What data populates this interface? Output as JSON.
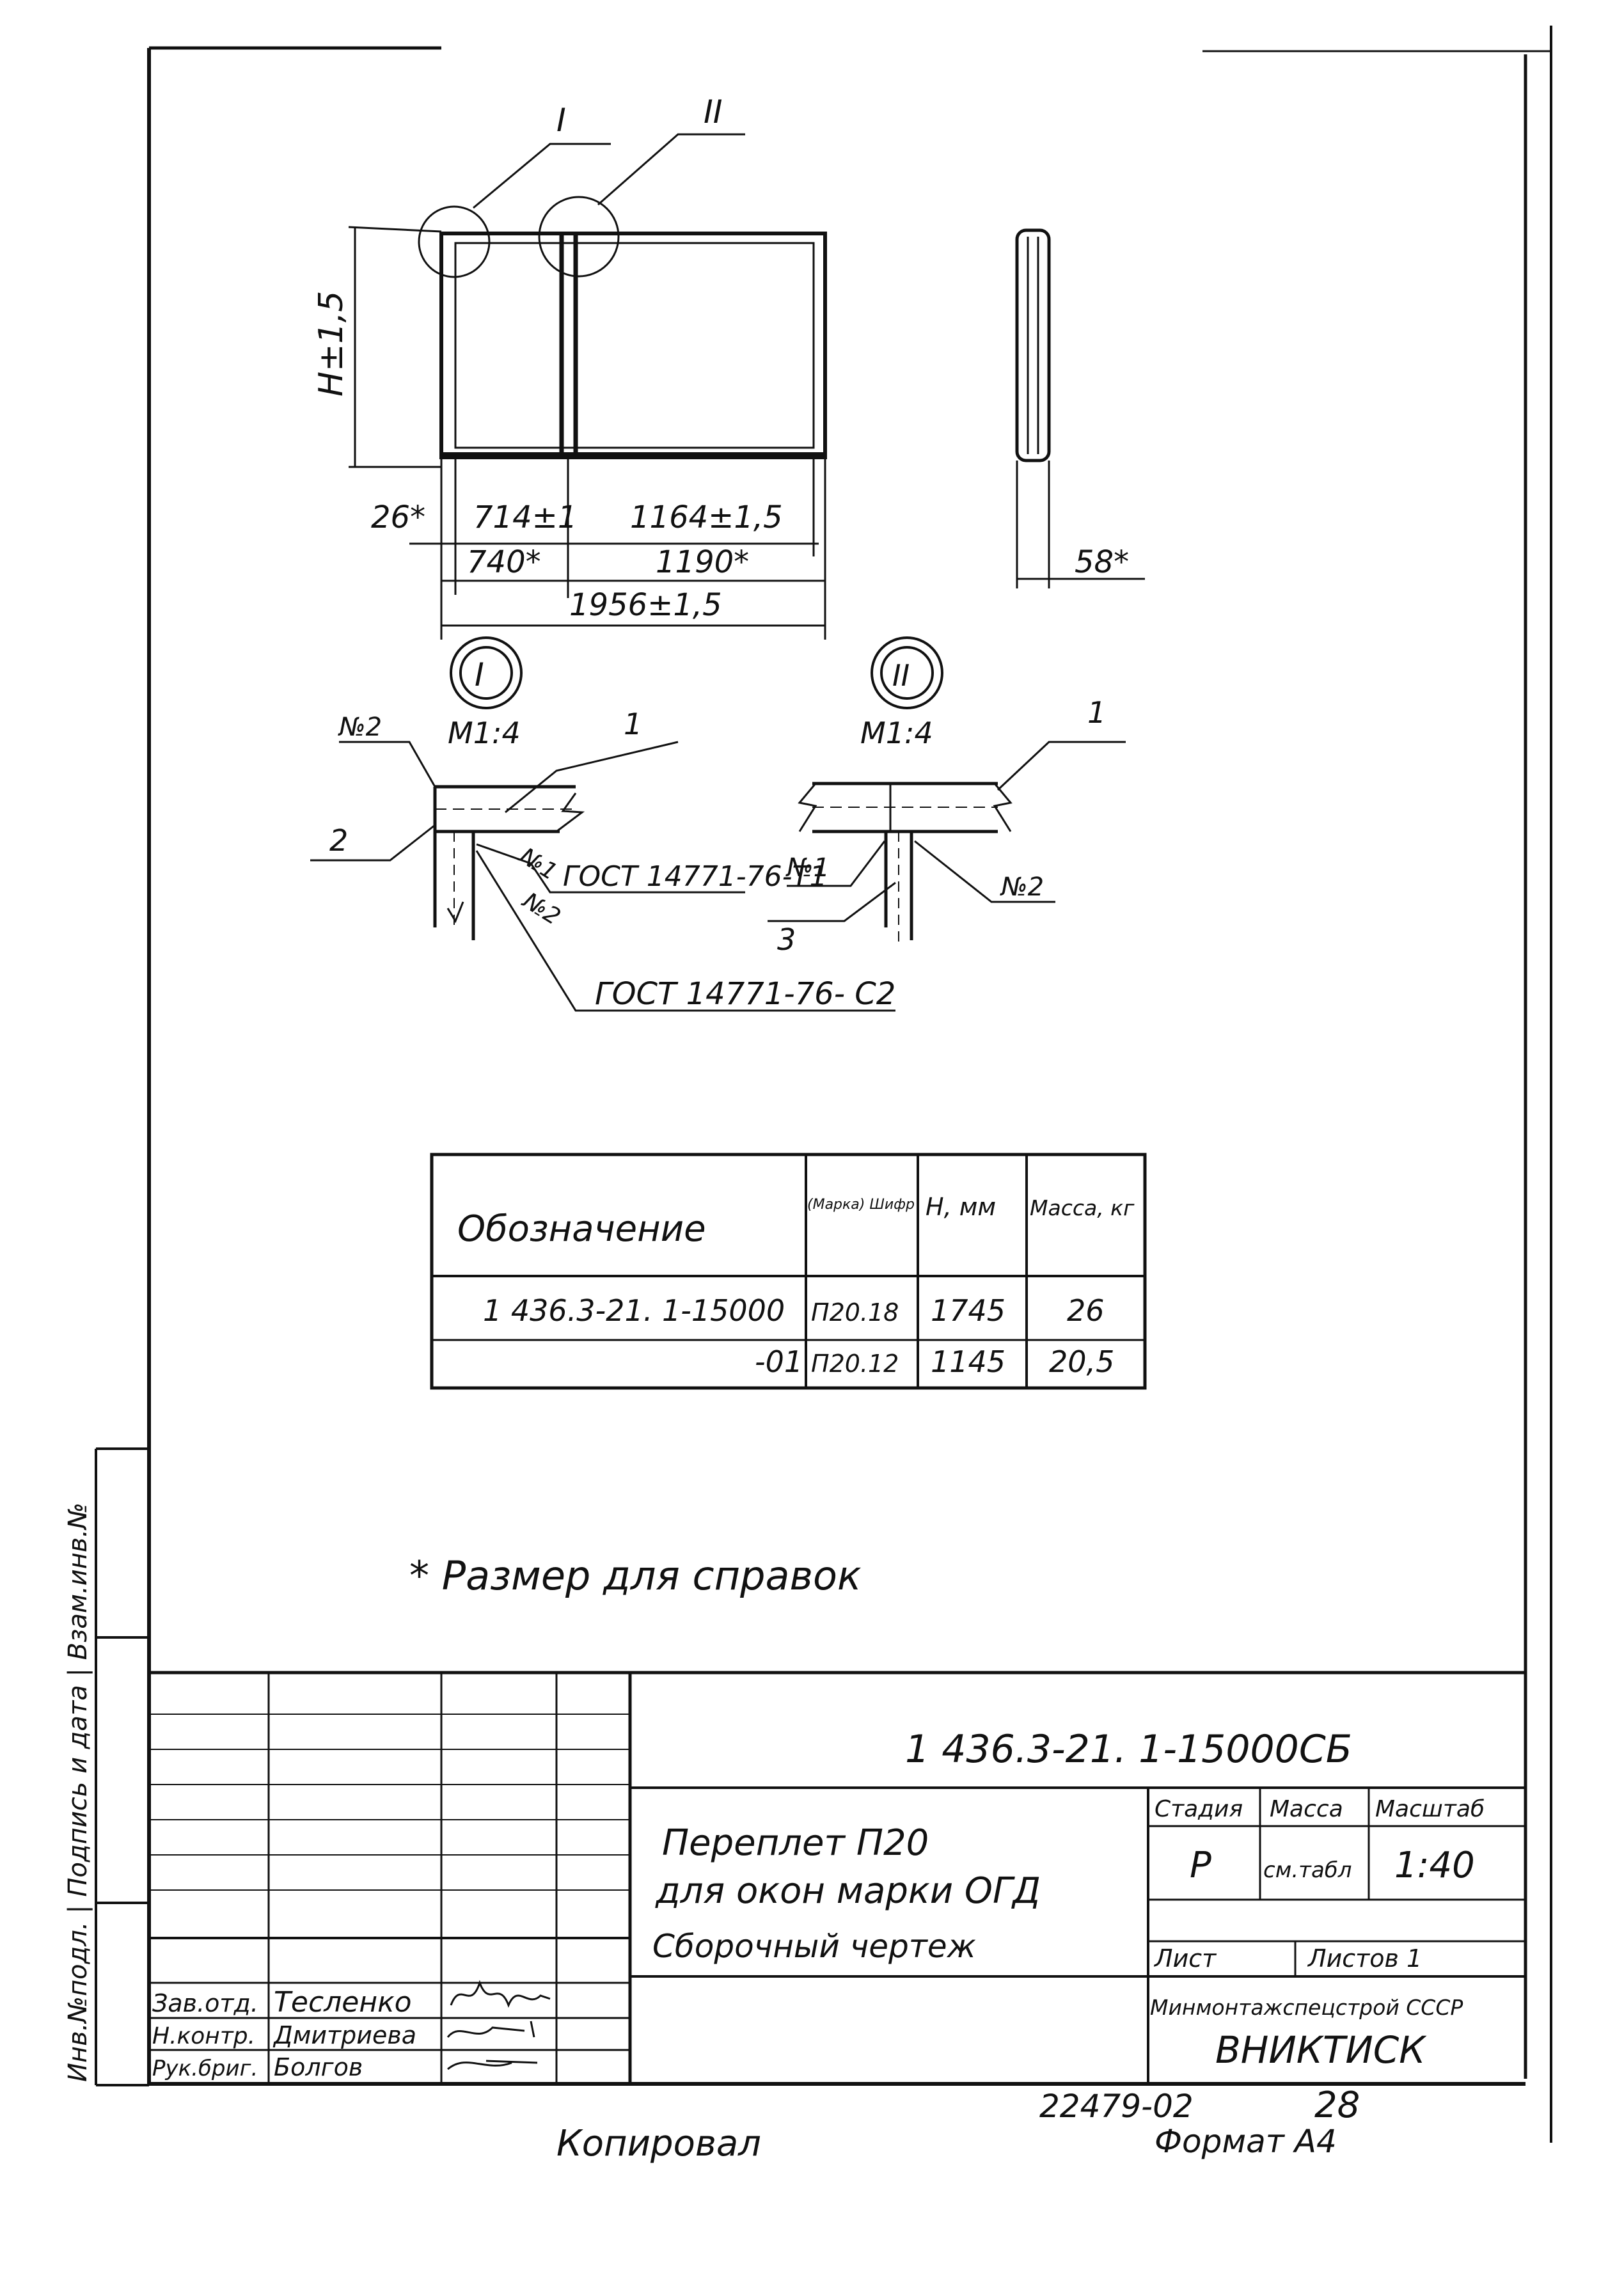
{
  "drawing": {
    "callouts": {
      "node_1": "I",
      "node_2": "II"
    },
    "dims": {
      "height": "H±1,5",
      "left_offset": "26*",
      "span_1": "714±1",
      "span_2": "1164±1,5",
      "axis_1": "740*",
      "axis_2": "1190*",
      "overall": "1956±1,5",
      "thickness": "58*"
    },
    "detail_1": {
      "mark": "I",
      "scale": "M1:4",
      "weld_top": "№2",
      "pos_1": "1",
      "pos_2": "2",
      "weld_1": "№1",
      "gost_1": "ГОСТ 14771-76-Т1",
      "weld_2": "№2",
      "gost_2": "ГОСТ 14771-76- С2"
    },
    "detail_2": {
      "mark": "II",
      "scale": "M1:4",
      "pos_1": "1",
      "weld_1": "№1",
      "weld_2": "№2",
      "pos_3": "3"
    }
  },
  "spec_table": {
    "headers": [
      "Обозначение",
      "(Марка) Шифр",
      "H, мм",
      "Масса, кг"
    ],
    "rows": [
      [
        "1 436.3-21. 1-15000",
        "П20.18",
        "1745",
        "26"
      ],
      [
        "-01",
        "П20.12",
        "1145",
        "20,5"
      ]
    ]
  },
  "note": "* Размер для справок",
  "side_stamp": "Инв.№подл. | Подпись и дата | Взам.инв.№",
  "title_block": {
    "code": "1 436.3-21. 1-15000СБ",
    "title_lines": [
      "Переплет П20",
      "для окон марки ОГД",
      "Сборочный чертеж"
    ],
    "col_headers": [
      "Стадия",
      "Масса",
      "Масштаб"
    ],
    "stage": "Р",
    "mass": "см.табл",
    "scale": "1:40",
    "sheet_label": "Лист",
    "sheets_label": "Листов 1",
    "org_1": "Минмонтажспецстрой СССР",
    "org_2": "ВНИКТИСК",
    "signers": [
      {
        "role": "Зав.отд.",
        "name": "Тесленко"
      },
      {
        "role": "Н.контр.",
        "name": "Дмитриева"
      },
      {
        "role": "Рук.бриг.",
        "name": "Болгов"
      }
    ]
  },
  "footer": {
    "doc_number": "22479-02",
    "page": "28",
    "copied": "Копировал",
    "format": "Формат А4"
  }
}
